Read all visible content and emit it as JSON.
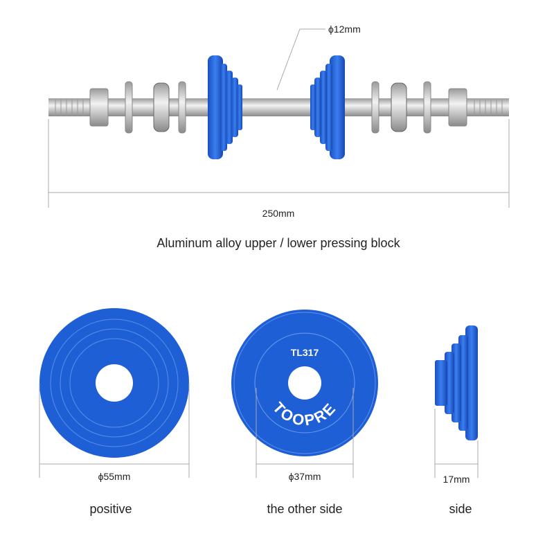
{
  "top": {
    "rod_diameter": "ϕ12mm",
    "length": "250mm",
    "caption": "Aluminum alloy upper / lower pressing block"
  },
  "bottom": {
    "disc_marking": "TL317",
    "brand_logo": "TOOPRE",
    "positive_dim": "ϕ55mm",
    "other_dim": "ϕ37mm",
    "side_dim": "17mm",
    "positive_label": "positive",
    "other_label": "the other side",
    "side_label": "side"
  },
  "colors": {
    "blue": "#1f5fd6",
    "blue_dark": "#1648b0",
    "steel": "#c9c9c9"
  }
}
